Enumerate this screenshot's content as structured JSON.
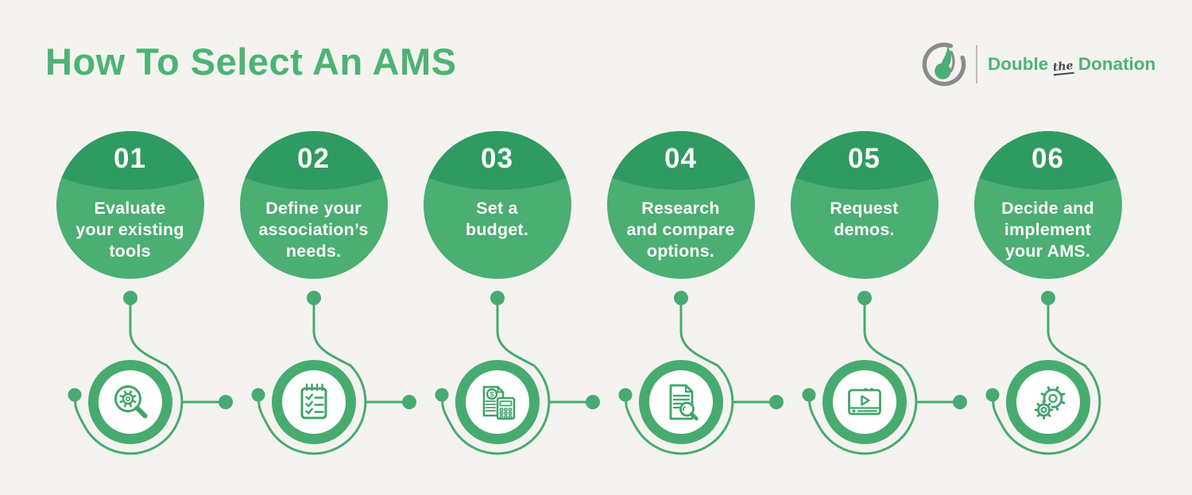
{
  "header": {
    "title": "How To Select An AMS",
    "logo": {
      "word_double": "Double",
      "word_the": "the",
      "word_donation": "Donation"
    }
  },
  "colors": {
    "background": "#F4F3EF",
    "green_main": "#4BAE72",
    "green_dark_cap": "#2F9A61",
    "green_stroke": "#47AB6F",
    "title_green": "#4DB374",
    "logo_gray": "#8B8B8B",
    "text_white": "#FFFFFF"
  },
  "steps": [
    {
      "number": "01",
      "label": "Evaluate\nyour existing\ntools",
      "icon": "magnifier-gear-icon"
    },
    {
      "number": "02",
      "label": "Define your\nassociation’s\nneeds.",
      "icon": "checklist-icon"
    },
    {
      "number": "03",
      "label": "Set a\nbudget.",
      "icon": "budget-calculator-icon"
    },
    {
      "number": "04",
      "label": "Research\nand compare\noptions.",
      "icon": "document-magnifier-icon"
    },
    {
      "number": "05",
      "label": "Request\ndemos.",
      "icon": "video-demo-icon"
    },
    {
      "number": "06",
      "label": "Decide and\nimplement\nyour AMS.",
      "icon": "gears-icon"
    }
  ]
}
